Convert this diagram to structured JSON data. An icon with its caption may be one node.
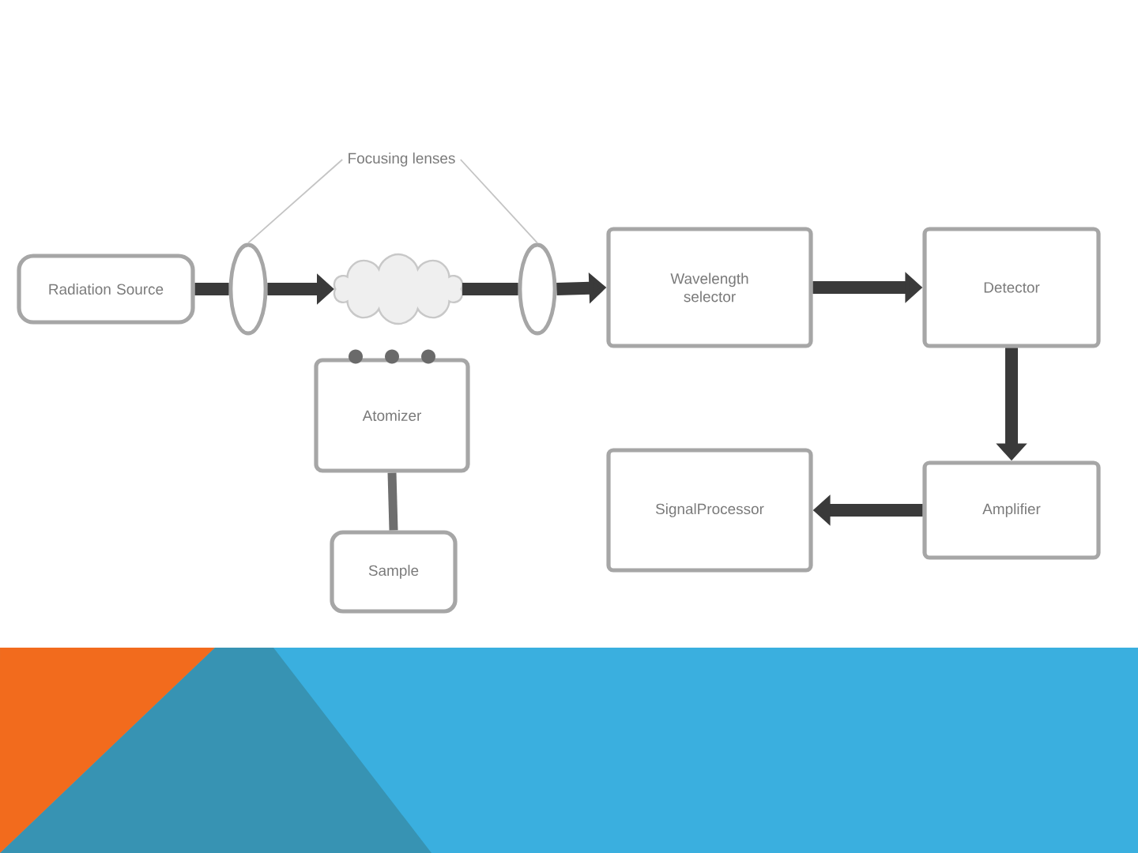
{
  "diagram": {
    "nodes": [
      {
        "text": [
          "Radiation Source"
        ]
      },
      {
        "text": [
          "Focusing lenses"
        ]
      },
      {
        "text": [],
        "shape": "ellipse"
      },
      {
        "text": [],
        "shape": "cloud"
      },
      {
        "text": [],
        "shape": "ellipse"
      },
      {
        "text": [
          "Wavelength selector"
        ]
      },
      {
        "text": [
          "Detector"
        ]
      },
      {
        "text": [
          "Atomizer"
        ]
      },
      {
        "text": [
          "Sample"
        ]
      },
      {
        "text": [
          "SignalProcessor"
        ]
      },
      {
        "text": [
          "Amplifier"
        ]
      }
    ],
    "edges": [
      {
        "from": 0,
        "to": 2,
        "arrow": "none"
      },
      {
        "from": 2,
        "to": 3,
        "arrow": "to"
      },
      {
        "from": 3,
        "to": 4,
        "arrow": "none"
      },
      {
        "from": 4,
        "to": 5,
        "arrow": "to"
      },
      {
        "from": 5,
        "to": 6,
        "arrow": "to"
      },
      {
        "from": 6,
        "to": 10,
        "arrow": "to"
      },
      {
        "from": 10,
        "to": 9,
        "arrow": "to"
      },
      {
        "from": 8,
        "to": 7,
        "arrow": "none",
        "color": "#6e6e6e"
      },
      {
        "from": 1,
        "to": 2,
        "arrow": "none",
        "color": "#c4c4c4"
      },
      {
        "from": 1,
        "to": 4,
        "arrow": "none",
        "color": "#c4c4c4"
      }
    ]
  }
}
